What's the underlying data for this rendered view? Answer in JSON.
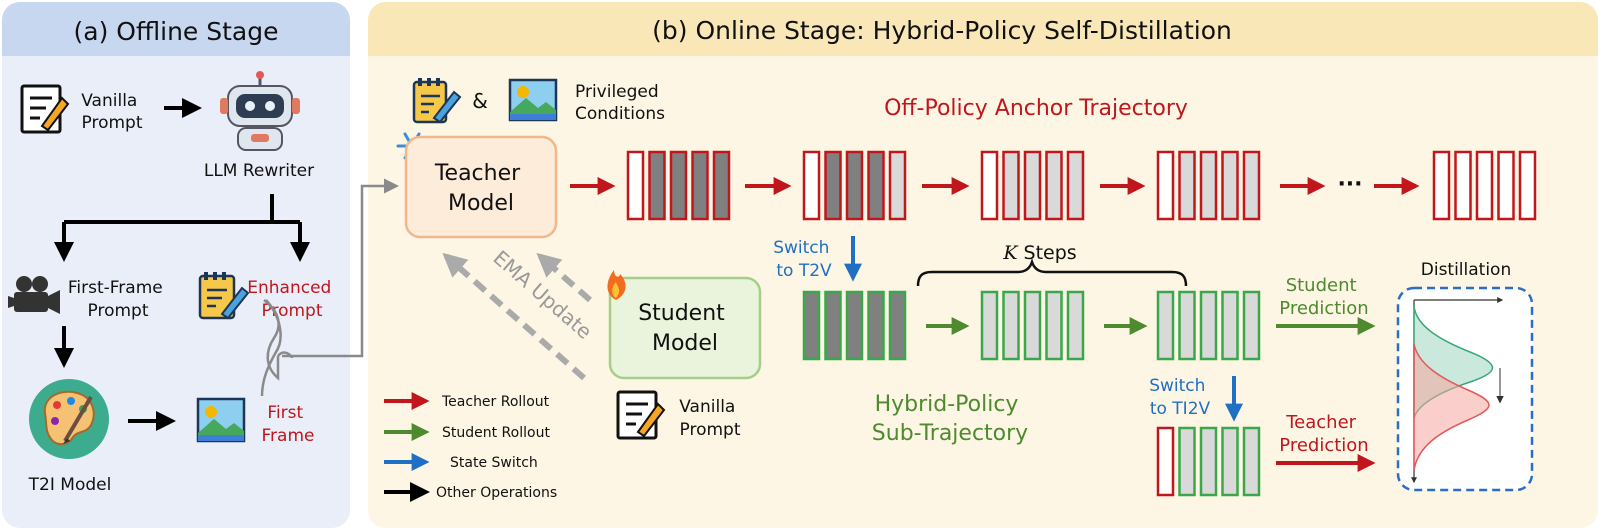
{
  "offline": {
    "title": "(a) Offline Stage",
    "vanilla_prompt": [
      "Vanilla",
      "Prompt"
    ],
    "llm_rewriter": "LLM Rewriter",
    "first_frame_prompt": [
      "First-Frame",
      "Prompt"
    ],
    "enhanced_prompt": [
      "Enhanced",
      "Prompt"
    ],
    "t2i_model": "T2I Model",
    "first_frame": [
      "First",
      "Frame"
    ]
  },
  "online": {
    "title": "(b) Online Stage: Hybrid-Policy Self-Distillation",
    "ampersand": "&",
    "privileged_conditions": [
      "Privileged",
      "Conditions"
    ],
    "off_policy_label": "Off-Policy Anchor Trajectory",
    "teacher_model": [
      "Teacher",
      "Model"
    ],
    "student_model": [
      "Student",
      "Model"
    ],
    "ema_update": "EMA Update",
    "switch_t2v": [
      "Switch",
      "to T2V"
    ],
    "k_steps_var": "K",
    "k_steps_word": "Steps",
    "hybrid_label": [
      "Hybrid-Policy",
      "Sub-Trajectory"
    ],
    "switch_ti2v": [
      "Switch",
      "to TI2V"
    ],
    "vanilla_prompt": [
      "Vanilla",
      "Prompt"
    ],
    "ellipsis": "···",
    "distillation": "Distillation",
    "student_prediction": [
      "Student",
      "Prediction"
    ],
    "teacher_prediction": [
      "Teacher",
      "Prediction"
    ]
  },
  "legend": [
    {
      "label": "Teacher Rollout",
      "color": "#c0161c"
    },
    {
      "label": "Student Rollout",
      "color": "#4e8a2e"
    },
    {
      "label": "State Switch",
      "color": "#1f6fc4"
    },
    {
      "label": "Other Operations",
      "color": "#000000"
    }
  ],
  "colors": {
    "teacher_red": "#c0161c",
    "student_green": "#3aa84a",
    "switch_blue": "#1f6fc4",
    "offline_bg": "#e8eef8",
    "online_bg": "#fdf6e4"
  }
}
